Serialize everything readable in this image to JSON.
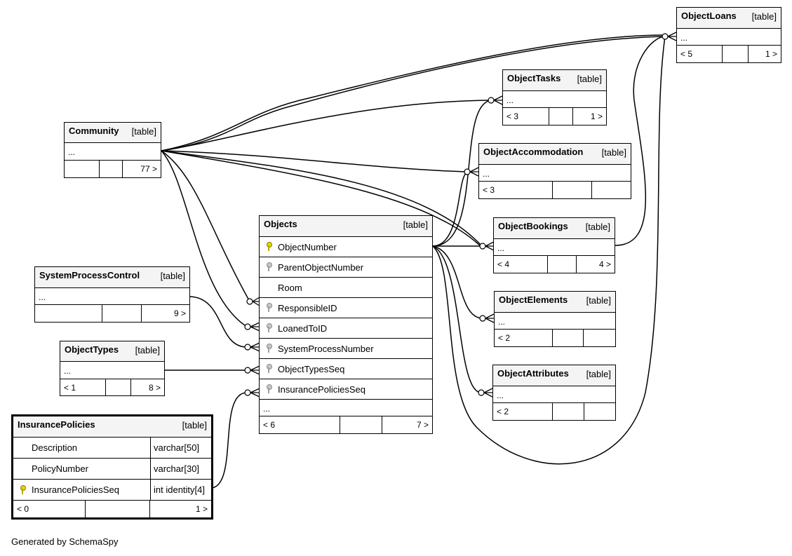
{
  "table_kind": "[table]",
  "tables": {
    "object_loans": {
      "name": "ObjectLoans",
      "dots": "...",
      "foot": [
        "< 5",
        "",
        "1 >"
      ]
    },
    "object_tasks": {
      "name": "ObjectTasks",
      "dots": "...",
      "foot": [
        "< 3",
        "",
        "1 >"
      ]
    },
    "community": {
      "name": "Community",
      "dots": "...",
      "foot": [
        "",
        "",
        "77 >"
      ]
    },
    "object_accommodation": {
      "name": "ObjectAccommodation",
      "dots": "...",
      "foot": [
        "< 3",
        "",
        ""
      ]
    },
    "objects": {
      "name": "Objects",
      "columns": [
        {
          "name": "ObjectNumber",
          "key": "primary"
        },
        {
          "name": "ParentObjectNumber",
          "key": "foreign"
        },
        {
          "name": "Room",
          "key": "none"
        },
        {
          "name": "ResponsibleID",
          "key": "foreign"
        },
        {
          "name": "LoanedToID",
          "key": "foreign"
        },
        {
          "name": "SystemProcessNumber",
          "key": "foreign"
        },
        {
          "name": "ObjectTypesSeq",
          "key": "foreign"
        },
        {
          "name": "InsurancePoliciesSeq",
          "key": "foreign"
        }
      ],
      "dots": "...",
      "foot": [
        "< 6",
        "",
        "7 >"
      ]
    },
    "object_bookings": {
      "name": "ObjectBookings",
      "dots": "...",
      "foot": [
        "< 4",
        "",
        "4 >"
      ]
    },
    "system_process_control": {
      "name": "SystemProcessControl",
      "dots": "...",
      "foot": [
        "",
        "",
        "9 >"
      ]
    },
    "object_elements": {
      "name": "ObjectElements",
      "dots": "...",
      "foot": [
        "< 2",
        "",
        ""
      ]
    },
    "object_types": {
      "name": "ObjectTypes",
      "dots": "...",
      "foot": [
        "< 1",
        "",
        "8 >"
      ]
    },
    "object_attributes": {
      "name": "ObjectAttributes",
      "dots": "...",
      "foot": [
        "< 2",
        "",
        ""
      ]
    },
    "insurance_policies": {
      "name": "InsurancePolicies",
      "columns": [
        {
          "name": "Description",
          "type": "varchar[50]",
          "key": "none"
        },
        {
          "name": "PolicyNumber",
          "type": "varchar[30]",
          "key": "none"
        },
        {
          "name": "InsurancePoliciesSeq",
          "type": "int identity[4]",
          "key": "primary"
        }
      ],
      "foot": [
        "< 0",
        "",
        "1 >"
      ]
    }
  },
  "colors": {
    "header_bg": "#f4f4f4",
    "primary_key": "#e8d400",
    "foreign_key": "#c8c8c8",
    "line": "#000000"
  },
  "credit": "Generated by SchemaSpy"
}
